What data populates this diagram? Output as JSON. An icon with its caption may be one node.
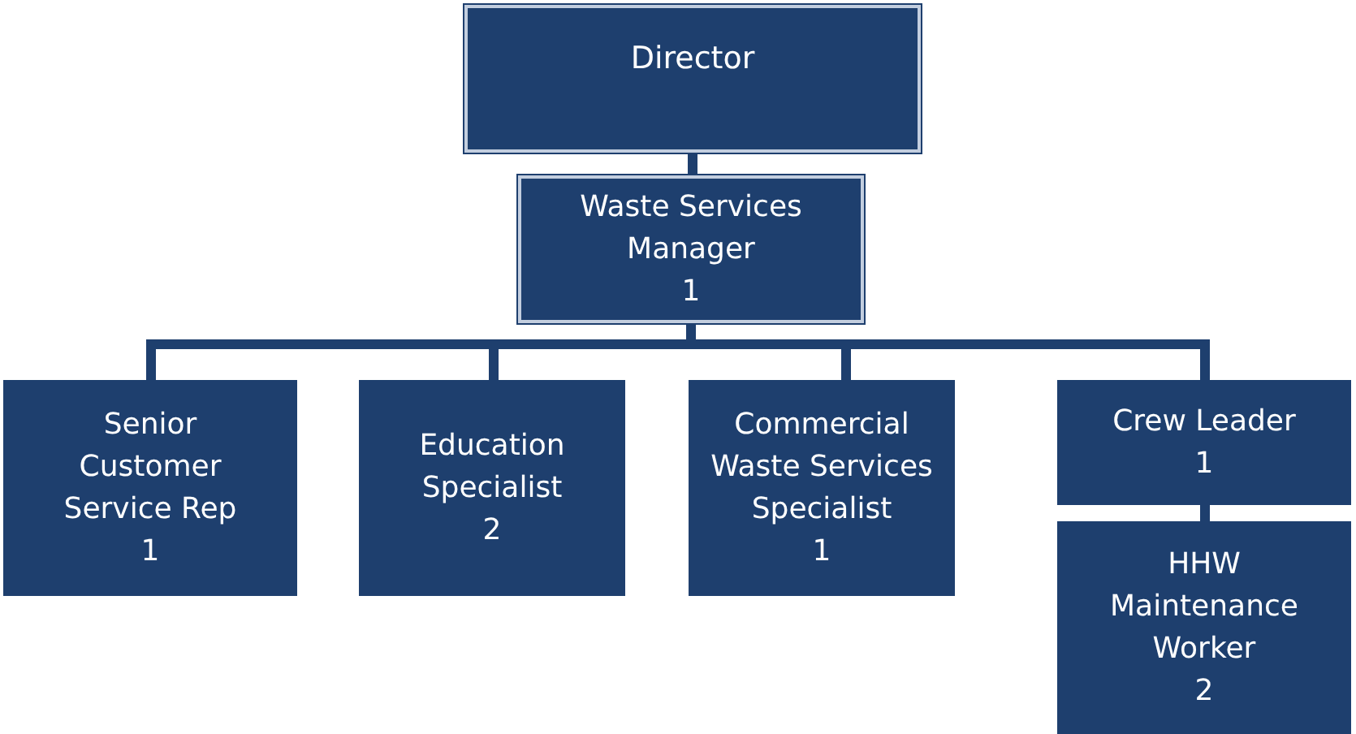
{
  "diagram": {
    "nodes": [
      {
        "text": [
          "Director"
        ]
      },
      {
        "text": [
          "Waste Services Manager",
          "1"
        ]
      },
      {
        "text": [
          "Senior Customer Service Rep",
          "1"
        ]
      },
      {
        "text": [
          "Education Specialist",
          "2"
        ]
      },
      {
        "text": [
          "Commercial Waste Services Specialist",
          "1"
        ]
      },
      {
        "text": [
          "Crew Leader",
          "1"
        ]
      },
      {
        "text": [
          "HHW Maintenance Worker",
          "2"
        ]
      }
    ],
    "edges": [
      {
        "from": 0,
        "to": 1,
        "arrow": "none"
      },
      {
        "from": 1,
        "to": 2,
        "arrow": "none"
      },
      {
        "from": 1,
        "to": 3,
        "arrow": "none"
      },
      {
        "from": 1,
        "to": 4,
        "arrow": "none"
      },
      {
        "from": 1,
        "to": 5,
        "arrow": "none"
      },
      {
        "from": 5,
        "to": 6,
        "arrow": "none"
      }
    ]
  }
}
